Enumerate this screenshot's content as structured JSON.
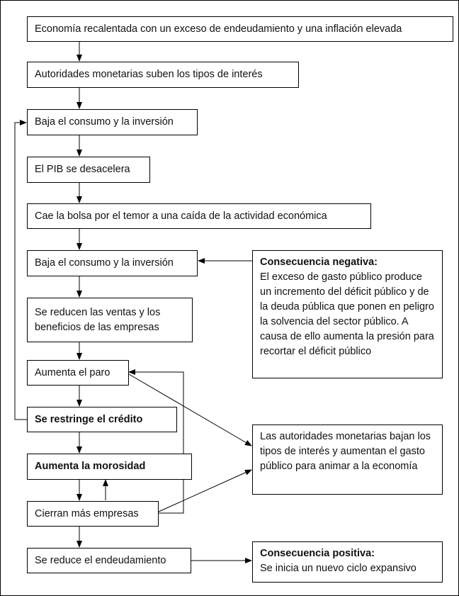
{
  "flow": {
    "b1": "Economía recalentada con un exceso de endeudamiento y una inflación elevada",
    "b2": "Autoridades monetarias suben los tipos de interés",
    "b3": "Baja el consumo y la inversión",
    "b4": "El PIB se desacelera",
    "b5": "Cae la bolsa por el temor a una caída de la actividad económica",
    "b6": "Baja el consumo y la inversión",
    "b7": "Se reducen las ventas y los beneficios de las empresas",
    "b8": "Aumenta el paro",
    "b9": "Se restringe el crédito",
    "b10": "Aumenta la morosidad",
    "b11": "Cierran más empresas",
    "b12": "Se reduce el endeudamiento"
  },
  "side": {
    "negative_title": "Consecuencia negativa:",
    "negative_text": "El exceso de gasto público produce un incremento del déficit público y de la deuda pública que ponen en peligro la solvencia del sector público. A causa de ello aumenta la presión para recortar el déficit público",
    "authorities_text": "Las autoridades monetarias bajan los tipos de interés y aumentan el gasto público para animar a la economía",
    "positive_title": "Consecuencia positiva:",
    "positive_text": "Se inicia un nuevo ciclo expansivo"
  }
}
